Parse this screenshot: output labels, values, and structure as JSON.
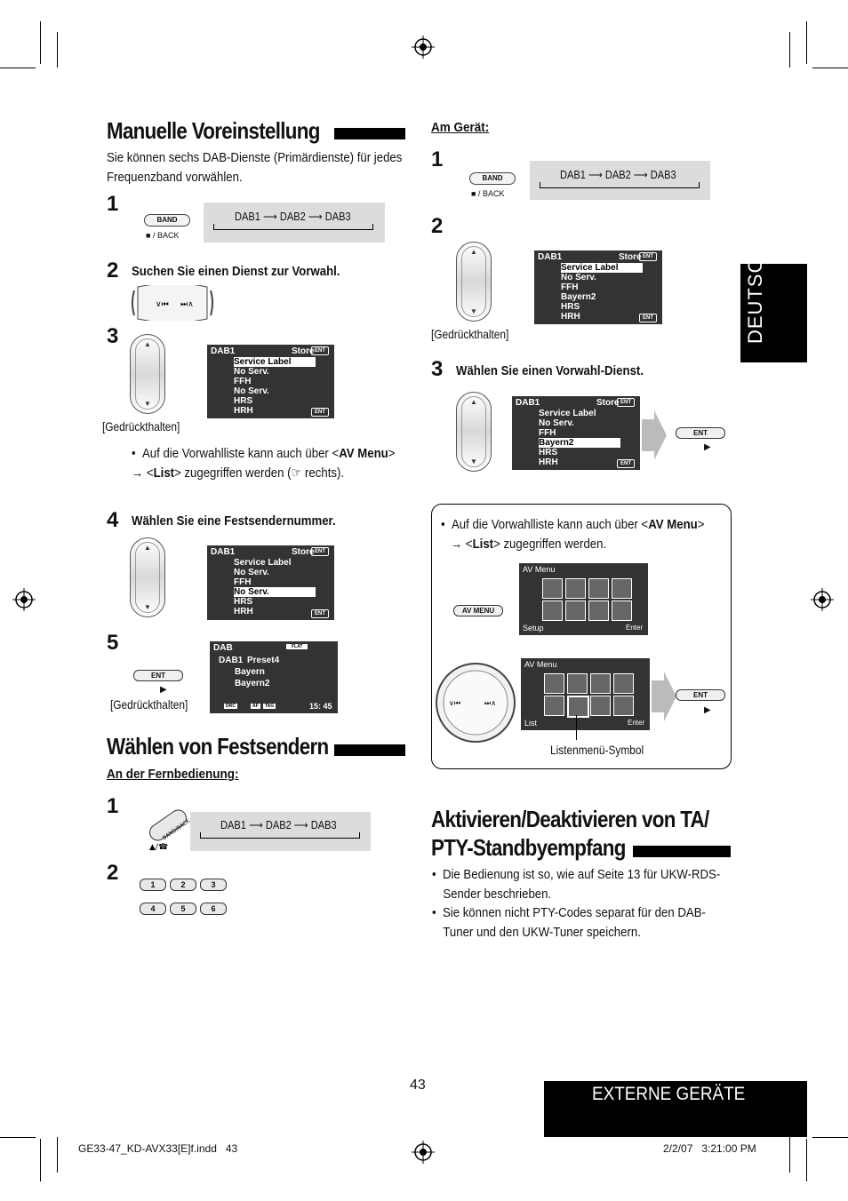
{
  "heading1": "Manuelle Voreinstellung",
  "intro1": "Sie können sechs DAB-Dienste (Primärdienste) für jedes Frequenzband vorwählen.",
  "steps_left": {
    "s1": "1",
    "s2": "2",
    "s2_text": "Suchen Sie einen Dienst zur Vorwahl.",
    "s3": "3",
    "s4": "4",
    "s4_text": "Wählen Sie eine Festsendernummer.",
    "s5": "5"
  },
  "dab_seq": {
    "a": "DAB1",
    "b": "DAB2",
    "c": "DAB3"
  },
  "band_label": "BAND",
  "back_label": "■ / BACK",
  "gedrueckthalten": "[Gedrückthalten]",
  "bullet_left": {
    "p1": "Auf die Vorwahlliste kann auch über <",
    "av": "AV Menu",
    "p2": "> ",
    "arrow": "→",
    "p3": " <",
    "list": "List",
    "p4": "> zugegriffen werden (☞ rechts)."
  },
  "lcd": {
    "dab1": "DAB1",
    "store": "Store",
    "ent": "ENT",
    "rows": [
      "Service Label",
      "No Serv.",
      "FFH",
      "No Serv.",
      "HRS",
      "HRH"
    ],
    "rows_b": [
      "Service Label",
      "No Serv.",
      "FFH",
      "Bayern2",
      "HRS",
      "HRH"
    ],
    "rows_c": [
      "Service Label",
      "No Serv.",
      "FFH",
      "No Serv.",
      "HRS",
      "HRH"
    ]
  },
  "lcd5": {
    "dab": "DAB",
    "flat": "FLAT",
    "dab1": "DAB1",
    "preset": "Preset4",
    "l2": "Bayern",
    "l3": "Bayern2",
    "drc": "DRC",
    "af": "AF",
    "tag": "TAG",
    "time": "15: 45"
  },
  "ent_label": "ENT",
  "heading2": "Wählen von Festsendern",
  "sub_remote": "An der Fernbedienung:",
  "remote_steps": {
    "s1": "1",
    "s2": "2"
  },
  "numkeys": [
    "1",
    "2",
    "3",
    "4",
    "5",
    "6"
  ],
  "right": {
    "sub_device": "Am Gerät:",
    "s1": "1",
    "s2": "2",
    "s3": "3",
    "s3_text": "Wählen Sie einen Vorwahl-Dienst."
  },
  "box": {
    "p1": "Auf die Vorwahlliste kann auch über <",
    "av": "AV Menu",
    "p2": ">",
    "arrow": "→",
    "p3": " <",
    "list": "List",
    "p4": "> zugegriffen werden.",
    "avmenu_btn": "AV MENU",
    "avmenu_title": "AV Menu",
    "setup": "Setup",
    "list_label": "List",
    "enter": "Enter",
    "caption": "Listenmenü-Symbol"
  },
  "heading3_l1": "Aktivieren/Deaktivieren von TA/",
  "heading3_l2": "PTY-Standbyempfang",
  "bullets3": [
    "Die Bedienung ist so, wie auf Seite 13 für UKW-RDS-Sender beschrieben.",
    "Sie können nicht PTY-Codes separat für den DAB-Tuner und den UKW-Tuner speichern."
  ],
  "tab_lang": "DEUTSCH",
  "page_number": "43",
  "section_footer": "EXTERNE GERÄTE",
  "print_left": "GE33-47_KD-AVX33[E]f.indd   43",
  "print_right": "2/2/07   3:21:00 PM"
}
